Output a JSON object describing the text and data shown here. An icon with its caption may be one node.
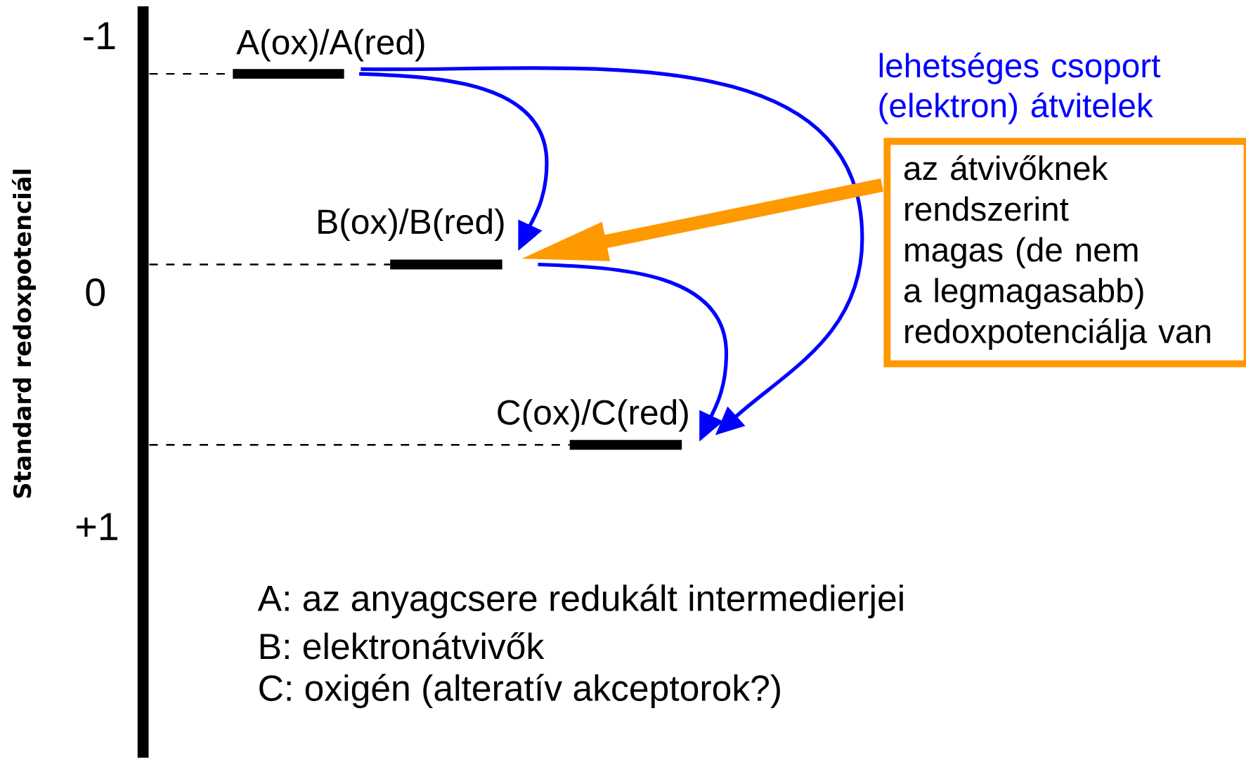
{
  "diagram": {
    "nodes": [
      {
        "text": [
          "A(ox)/A(red)"
        ]
      },
      {
        "text": [
          "B(ox)/B(red)"
        ]
      },
      {
        "text": [
          "C(ox)/C(red)"
        ]
      },
      {
        "text": [
          "az átvivőknek rendszerint magas (de nem a legmagasabb) redoxpotenciálja van"
        ]
      }
    ],
    "edges": [
      {
        "from": 0,
        "to": 1,
        "arrow": "to"
      },
      {
        "from": 1,
        "to": 2,
        "arrow": "to"
      },
      {
        "from": 0,
        "to": 2,
        "arrow": "to"
      },
      {
        "from": 3,
        "to": 1,
        "arrow": "to",
        "style": "thick",
        "color": "#ff9900"
      }
    ],
    "labels": [
      "-1",
      "lehetséges csoport (elektron) átvitelek",
      "0",
      "+1",
      "Standard redoxpotenciál",
      "A: az anyagcsere redukált intermedierjei",
      "B: elektronátvivők",
      "C: oxigén (alteratív akceptorok?)"
    ]
  }
}
